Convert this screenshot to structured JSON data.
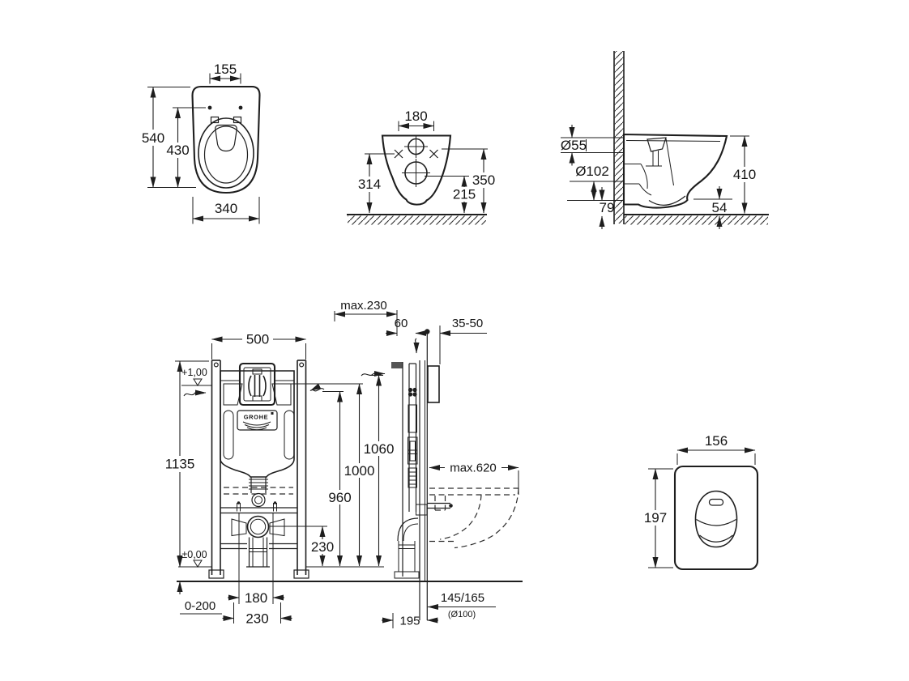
{
  "drawing": {
    "background": "#ffffff",
    "line_color": "#1e1e1e",
    "brand": "GROHE",
    "views": {
      "bowl_top": {
        "seat_hinge_width": "155",
        "depth": "540",
        "seat_depth": "430",
        "width": "340"
      },
      "bowl_front": {
        "fixing_centers": "180",
        "fixing_height": "314",
        "top_height": "350",
        "outlet_height": "215"
      },
      "bowl_side": {
        "inlet_diameter": "Ø55",
        "outlet_diameter": "Ø102",
        "outlet_center_height": "79",
        "rim_height": "410",
        "bottom_clearance": "54"
      },
      "frame_front": {
        "width": "500",
        "height": "1135",
        "level_mark_top": "+1,00",
        "level_mark_floor": "±0,00",
        "foot_adjust_range": "0-200",
        "bolt_centers": "180",
        "drain_offset": "230",
        "drain_center_height": "230",
        "supply_height": "960",
        "actuator_center_height": "1000",
        "housing_top_height": "1060"
      },
      "frame_side": {
        "max_depth": "max.230",
        "supply_offset": "60",
        "finish_wall_range": "35-50",
        "max_bowl_depth": "max.620",
        "frame_depth": "195",
        "outlet_projection": "145/165",
        "outlet_pipe": "(Ø100)"
      },
      "flush_plate": {
        "width": "156",
        "height": "197"
      }
    }
  }
}
